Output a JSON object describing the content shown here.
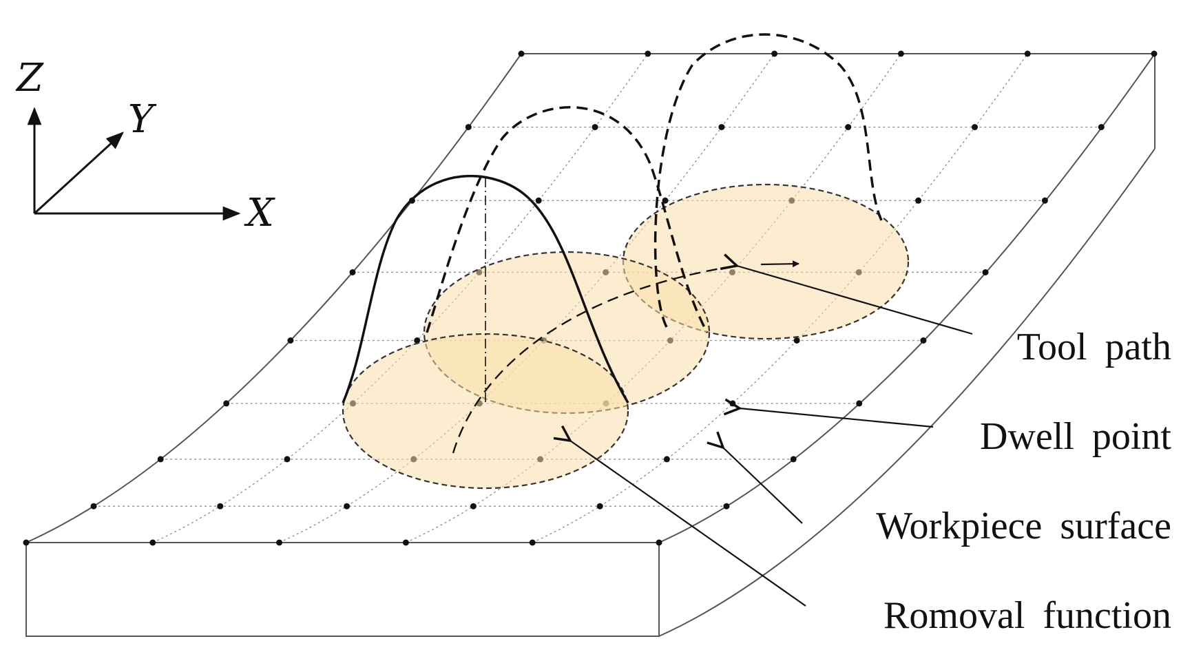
{
  "axes": {
    "z_label": "Z",
    "y_label": "Y",
    "x_label": "X"
  },
  "callouts": {
    "tool_path": "Tool path",
    "dwell_point": "Dwell point",
    "workpiece_surface": "Workpiece surface",
    "removal_function": "Romoval function"
  },
  "colors": {
    "removal_footprint_fill": "#f9dea9",
    "outline": "#111111",
    "grid": "#8c8c8c"
  }
}
